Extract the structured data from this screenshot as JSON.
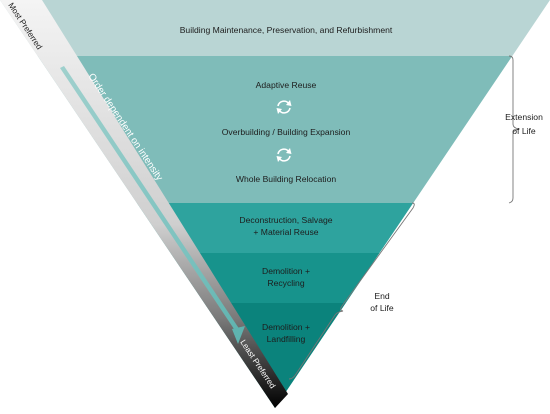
{
  "hierarchy": {
    "levels": [
      {
        "id": "maintenance",
        "color": "#b9d5d4",
        "lines": [
          "Building Maintenance, Preservation, and Refurbishment"
        ]
      },
      {
        "id": "reuse-group",
        "color": "#7fbcb9",
        "lines": [
          "Adaptive Reuse",
          "Overbuilding / Building Expansion",
          "Whole Building Relocation"
        ]
      },
      {
        "id": "deconstruction",
        "color": "#2ea39e",
        "lines": [
          "Deconstruction, Salvage",
          "+ Material Reuse"
        ]
      },
      {
        "id": "recycling",
        "color": "#17938c",
        "lines": [
          "Demolition +",
          "Recycling"
        ]
      },
      {
        "id": "landfilling",
        "color": "#0b837c",
        "lines": [
          "Demolition +",
          "Landfilling"
        ]
      }
    ],
    "cycle_icon": "cycle-arrows-icon"
  },
  "labels": {
    "most_preferred": "Most Preferred",
    "least_preferred": "Least Preferred",
    "order": "Order dependent on intensity",
    "extension_of_life": [
      "Extension",
      "of Life"
    ],
    "end_of_life": [
      "End",
      "of Life"
    ]
  }
}
